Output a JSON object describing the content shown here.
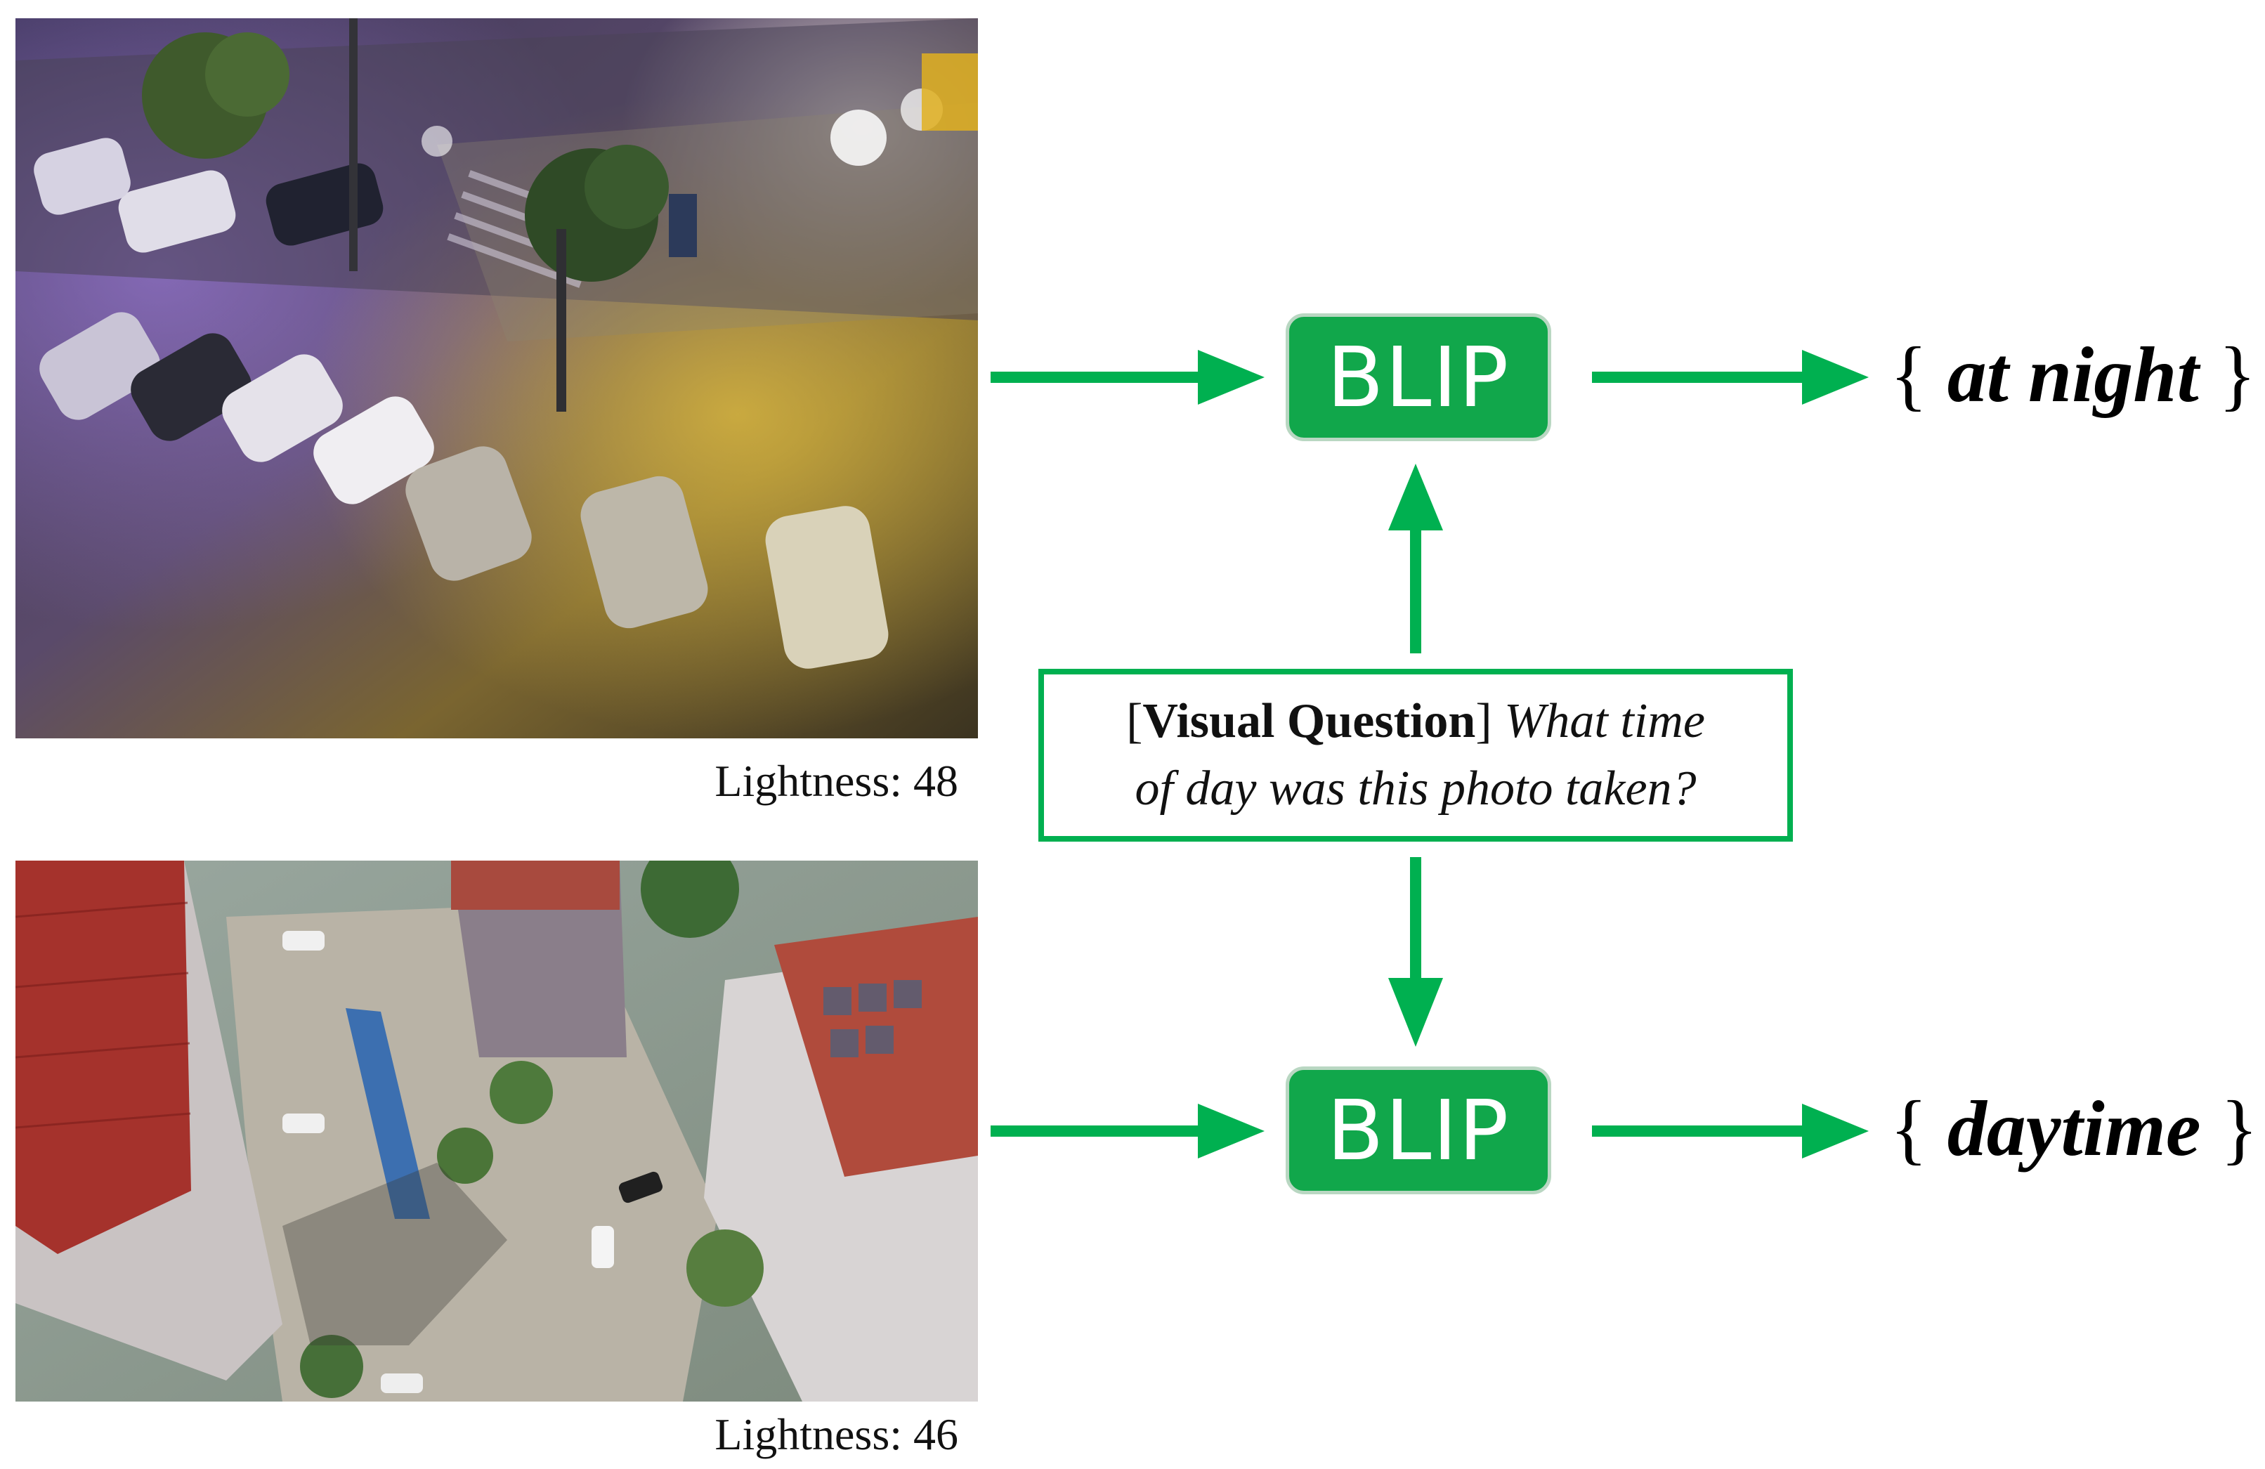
{
  "colors": {
    "accent_green": "#00b050",
    "blip_fill": "#11a74b"
  },
  "images": [
    {
      "id": "night",
      "caption": "Lightness: 48",
      "depicts": "aerial-night-parking-lot-photo"
    },
    {
      "id": "day",
      "caption": "Lightness: 46",
      "depicts": "aerial-daytime-residential-photo"
    }
  ],
  "model": {
    "top_label": "BLIP",
    "bottom_label": "BLIP"
  },
  "question": {
    "bracket_open": "[",
    "tag": "Visual Question",
    "bracket_close": "]",
    "line1_text": "What time",
    "line2_text": "of day was this photo taken?"
  },
  "outputs": {
    "top": {
      "open": "{ ",
      "answer": "at night",
      "close": " }"
    },
    "bottom": {
      "open": "{ ",
      "answer": "daytime",
      "close": " }"
    }
  }
}
